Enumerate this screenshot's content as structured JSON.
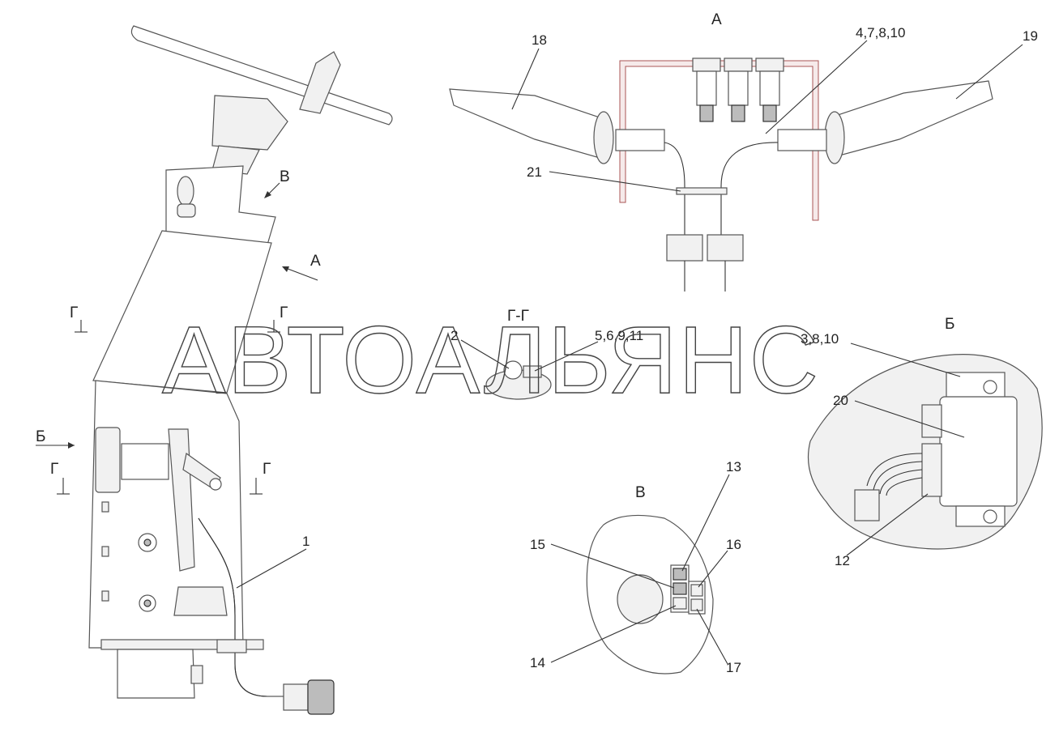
{
  "watermark": "АВТОАЛЬЯНС",
  "views": {
    "A": "А",
    "B": "Б",
    "V": "В",
    "G": "Г-Г"
  },
  "section_marks": {
    "g": "Г",
    "a": "А",
    "b": "Б",
    "v": "В"
  },
  "labels": {
    "l1": "1",
    "l2": "2",
    "l3_8_10": "3,8,10",
    "l4_7_8_10": "4,7,8,10",
    "l5_6_9_11": "5,6,9,11",
    "l12": "12",
    "l13": "13",
    "l14": "14",
    "l15": "15",
    "l16": "16",
    "l17": "17",
    "l18": "18",
    "l19": "19",
    "l20": "20",
    "l21": "21"
  }
}
